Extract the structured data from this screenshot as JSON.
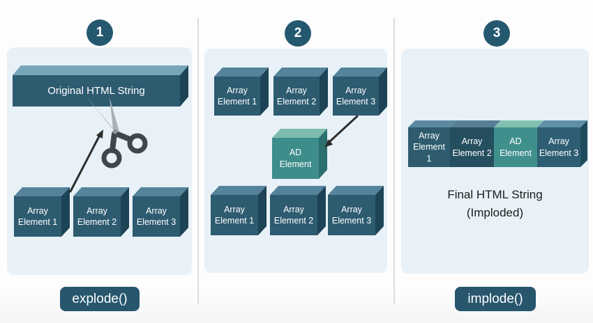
{
  "colors": {
    "page_bg": "#fdfdfd",
    "panel_bg": "#e8f1f7",
    "divider": "#d9dde0",
    "badge_bg": "#24586f",
    "badge_text": "#ffffff",
    "pill_bg": "#27566d",
    "pill_text": "#ffffff",
    "box_front": "#2d5b70",
    "box_top": "#55839b",
    "box_side": "#1d4356",
    "big_box_top": "#7aa6ba",
    "green_front": "#3d8d8b",
    "green_top": "#7bbcaf",
    "green_side": "#2b6f6e",
    "seg1_front": "#2e5c6e",
    "seg1_top": "#5c8aa0",
    "seg2_front": "#254e5e",
    "seg2_top": "#567f95",
    "seg3_front": "#3f908d",
    "seg3_top": "#83c0b0",
    "seg4_front": "#2e5e74",
    "seg4_top": "#6090a8",
    "seg_side": "#1d4b5c",
    "arrow": "#2d2d2d",
    "caption_text": "#1c1c1c",
    "box_text": "#ffffff",
    "scissors_blade_a": "#c5cacd",
    "scissors_blade_b": "#aab1b5",
    "scissors_handle": "#41464a"
  },
  "badges": [
    "1",
    "2",
    "3"
  ],
  "pills": {
    "explode": "explode()",
    "implode": "implode()"
  },
  "panel_explode": {
    "source_box": "Original HTML String",
    "elements": [
      "Array Element 1",
      "Array Element 2",
      "Array Element 3"
    ]
  },
  "panel_insert": {
    "top_elements": [
      "Array Element 1",
      "Array Element 2",
      "Array Element 3"
    ],
    "ad_box": "AD Element",
    "bottom_elements": [
      "Array Element 1",
      "Array Element 2",
      "Array Element 3"
    ]
  },
  "panel_implode": {
    "segments": [
      "Array Element 1",
      "Array Element 2",
      "AD Element",
      "Array Element 3"
    ],
    "caption_line1": "Final HTML String",
    "caption_line2": "(Imploded)"
  }
}
